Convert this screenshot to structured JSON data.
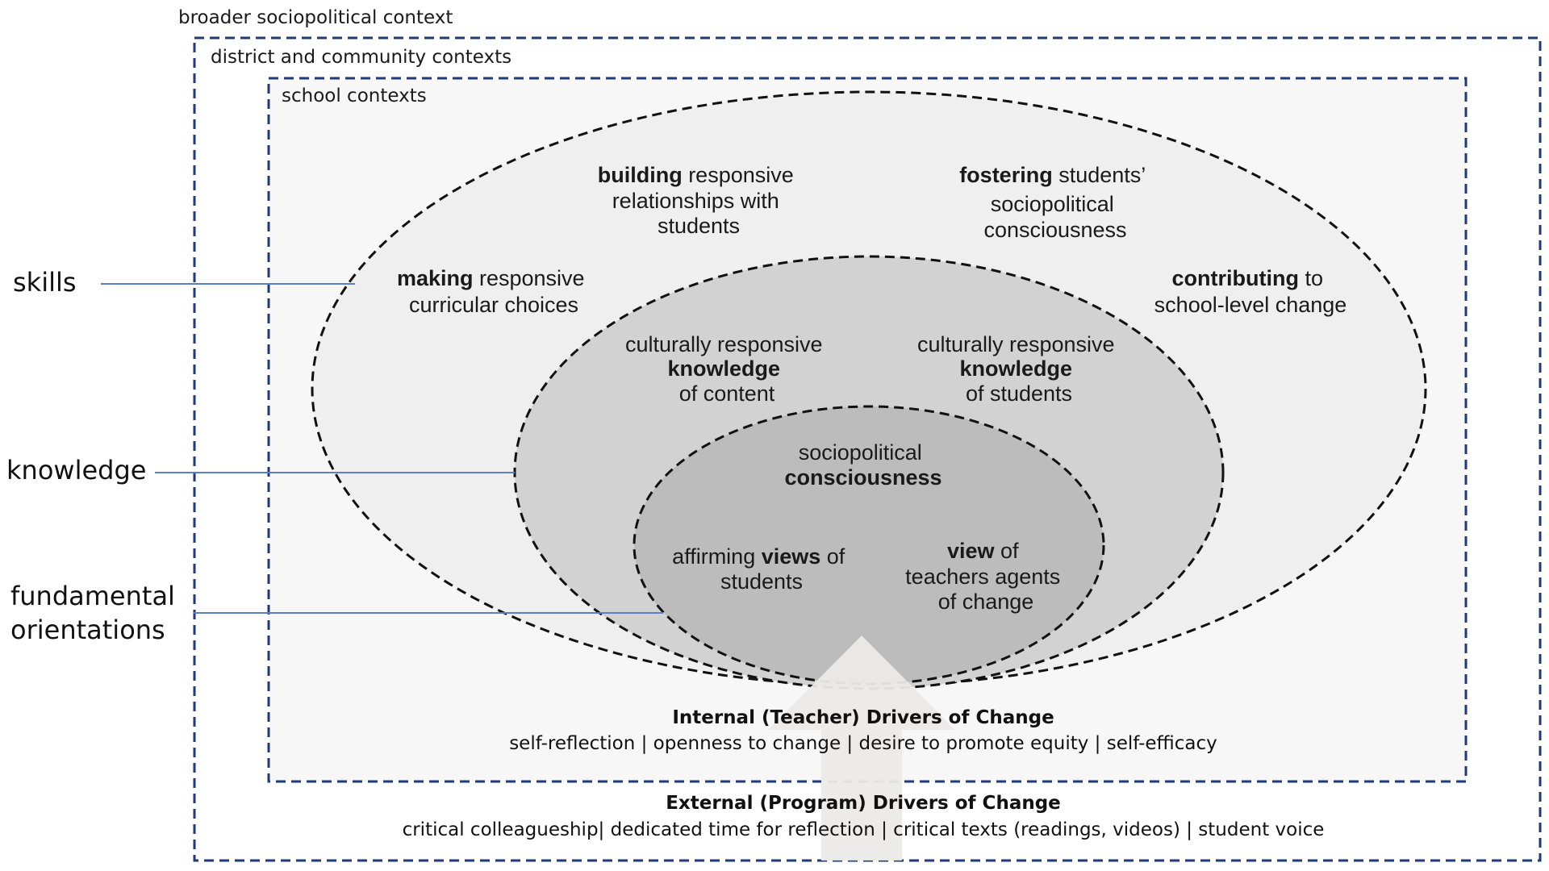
{
  "contexts": {
    "broader": "broader sociopolitical context",
    "district": "district and community contexts",
    "school": "school contexts"
  },
  "side_labels": {
    "skills": "skills",
    "knowledge": "knowledge",
    "fundamental_line1": "fundamental",
    "fundamental_line2": "orientations"
  },
  "skills": {
    "building": {
      "bold": "building",
      "rest": " responsive",
      "line2": "relationships with",
      "line3": "students"
    },
    "fostering": {
      "bold": "fostering",
      "rest": " students’",
      "line2": "sociopolitical",
      "line3": "consciousness"
    },
    "making": {
      "bold": "making",
      "rest": " responsive",
      "line2": "curricular choices"
    },
    "contributing": {
      "bold": "contributing",
      "rest": " to",
      "line2": "school-level change"
    }
  },
  "knowledge": {
    "content": {
      "line1": "culturally responsive",
      "bold": "knowledge",
      "line3": "of content"
    },
    "students": {
      "line1": "culturally responsive",
      "bold": "knowledge",
      "line3": "of students"
    }
  },
  "orientations": {
    "consciousness": {
      "line1": "sociopolitical",
      "bold": "consciousness"
    },
    "affirming": {
      "pre": "affirming ",
      "bold": "views",
      "post": " of",
      "line2": "students"
    },
    "view": {
      "bold": "view",
      "post": " of",
      "line2": "teachers agents",
      "line3": "of change"
    }
  },
  "internal_drivers": {
    "title": "Internal (Teacher) Drivers of Change",
    "items": "self-reflection | openness to change | desire to promote equity | self-efficacy"
  },
  "external_drivers": {
    "title": "External (Program) Drivers of Change",
    "items": "critical colleagueship| dedicated time for reflection | critical texts (readings, videos) | student voice"
  },
  "colors": {
    "context_border": "#1f3a7a",
    "connector_line": "#5b7fc7",
    "outer_ellipse": "#efefef",
    "middle_ellipse": "#d2d2d2",
    "inner_ellipse": "#bcbcbc",
    "arrow": "#ece9e9"
  }
}
